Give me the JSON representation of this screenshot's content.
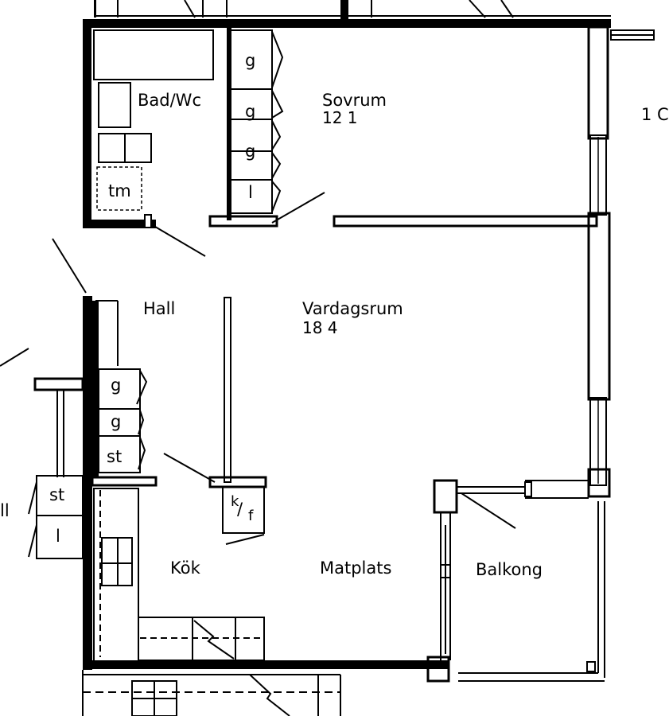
{
  "rooms": {
    "bad": {
      "name": "Bad/Wc"
    },
    "sovrum": {
      "name": "Sovrum",
      "area": "12 1"
    },
    "hall": {
      "name": "Hall"
    },
    "vardagsrum": {
      "name": "Vardagsrum",
      "area": "18 4"
    },
    "kok": {
      "name": "Kök"
    },
    "matplats": {
      "name": "Matplats"
    },
    "balkong": {
      "name": "Balkong"
    },
    "neighbor_hall": {
      "name": "ll"
    }
  },
  "fixtures": {
    "tm": "tm",
    "kf_k": "k",
    "kf_f": "f",
    "sov_cabinets": [
      "g",
      "g",
      "g",
      "l"
    ],
    "hall_cabinets": [
      "g",
      "g",
      "st"
    ],
    "left_cabinets": [
      "st",
      "l"
    ]
  },
  "edge_text": "1 C"
}
